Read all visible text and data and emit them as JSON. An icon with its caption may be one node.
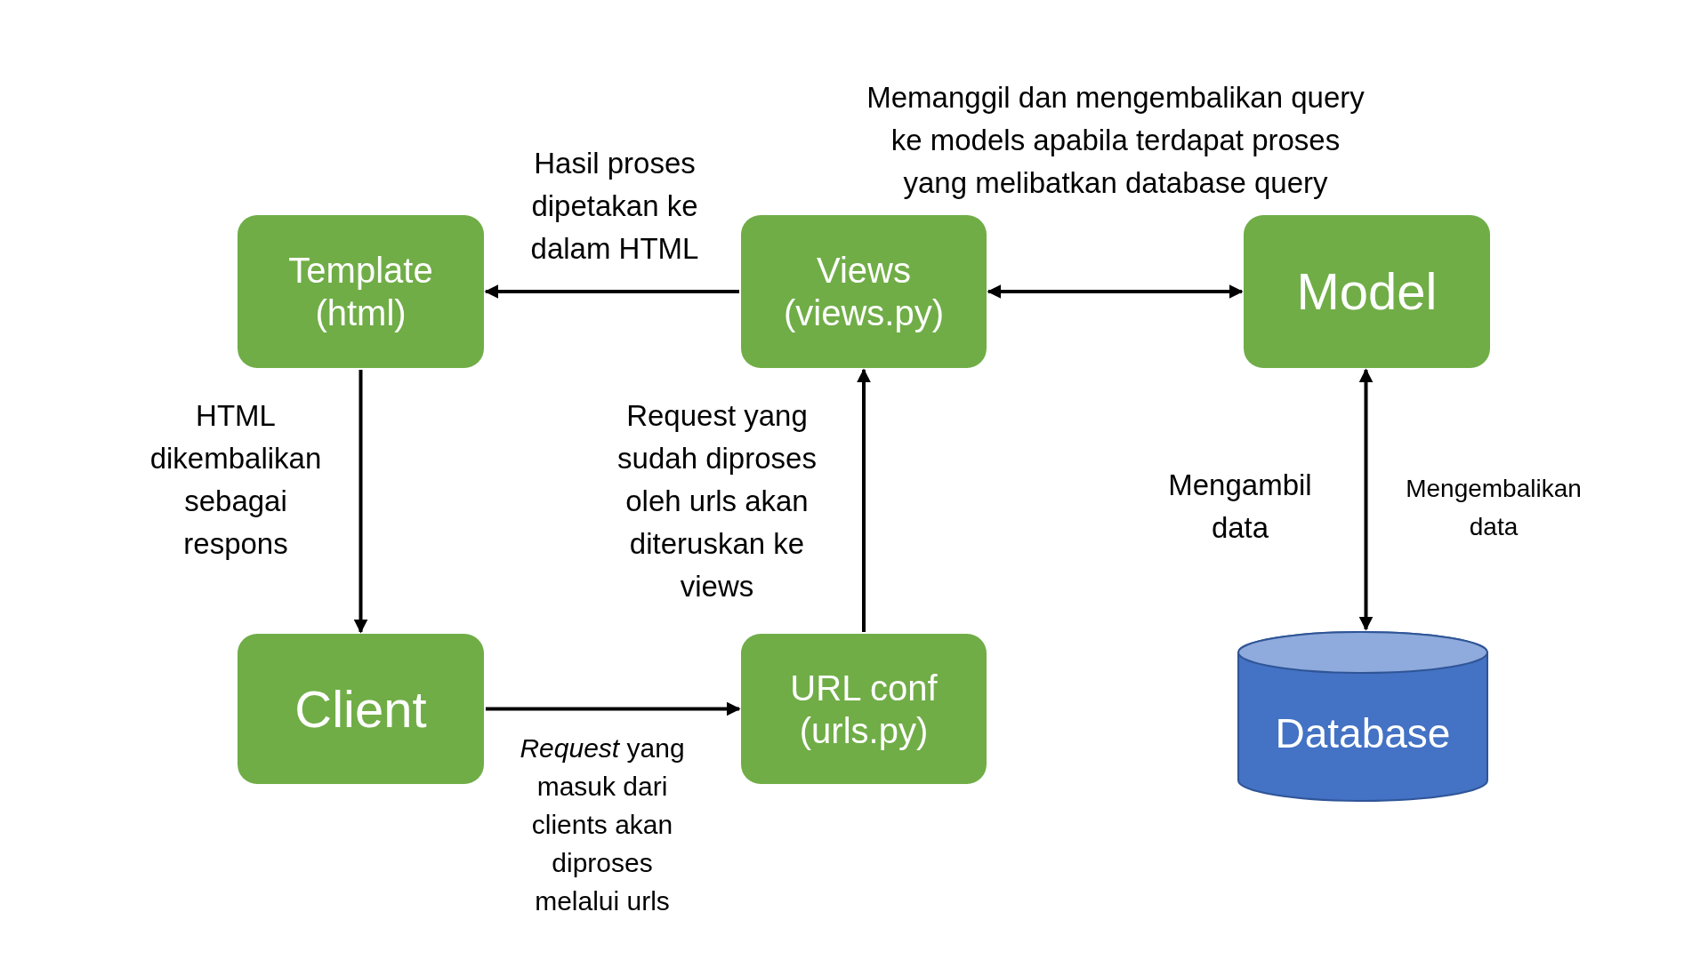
{
  "diagram": {
    "nodes": [
      {
        "text": [
          "Template (html)"
        ]
      },
      {
        "text": [
          "Views (views.py)"
        ]
      },
      {
        "text": [
          "Model"
        ]
      },
      {
        "text": [
          "Client"
        ]
      },
      {
        "text": [
          "URL conf (urls.py)"
        ]
      },
      {
        "text": [
          "Database"
        ]
      }
    ],
    "edges": [
      {
        "from": 1,
        "to": 0,
        "arrow": "to",
        "label": "Hasil proses dipetakan ke dalam HTML"
      },
      {
        "from": 1,
        "to": 2,
        "arrow": "both",
        "label": "Memanggil dan mengembalikan query ke models apabila terdapat proses yang melibatkan database query"
      },
      {
        "from": 0,
        "to": 3,
        "arrow": "to",
        "label": "HTML dikembalikan sebagai respons"
      },
      {
        "from": 3,
        "to": 4,
        "arrow": "to",
        "label": "*Request* yang masuk dari clients akan diproses melalui urls"
      },
      {
        "from": 4,
        "to": 1,
        "arrow": "to",
        "label": "Request yang sudah diproses oleh urls akan diteruskan ke views"
      },
      {
        "from": 2,
        "to": 5,
        "arrow": "both",
        "label": "Mengambil data"
      }
    ],
    "labels": [
      "Mengembalikan data"
    ]
  }
}
